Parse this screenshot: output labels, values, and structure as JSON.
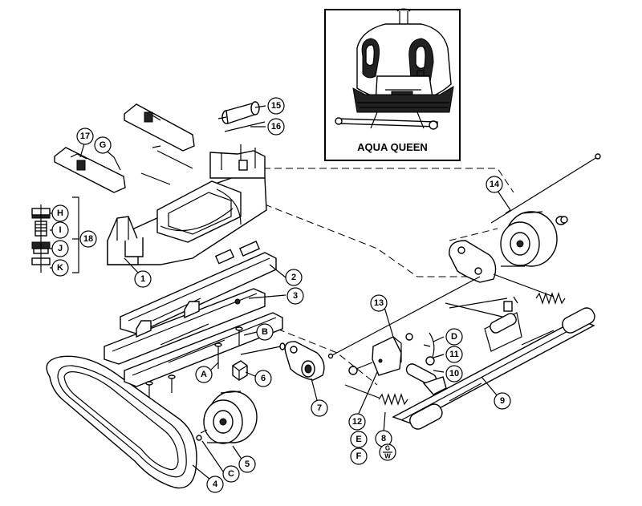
{
  "inset": {
    "title": "AQUA QUEEN"
  },
  "callouts": [
    {
      "id": "c1",
      "label": "1"
    },
    {
      "id": "c2",
      "label": "2"
    },
    {
      "id": "c3",
      "label": "3"
    },
    {
      "id": "c4",
      "label": "4"
    },
    {
      "id": "c5",
      "label": "5"
    },
    {
      "id": "c6",
      "label": "6"
    },
    {
      "id": "c7",
      "label": "7"
    },
    {
      "id": "c8",
      "label": "8"
    },
    {
      "id": "c9",
      "label": "9"
    },
    {
      "id": "c10",
      "label": "10"
    },
    {
      "id": "c11",
      "label": "11"
    },
    {
      "id": "c12",
      "label": "12"
    },
    {
      "id": "c13",
      "label": "13"
    },
    {
      "id": "c14",
      "label": "14"
    },
    {
      "id": "c15",
      "label": "15"
    },
    {
      "id": "c16",
      "label": "16"
    },
    {
      "id": "c17",
      "label": "17"
    },
    {
      "id": "c18",
      "label": "18"
    },
    {
      "id": "cA",
      "label": "A"
    },
    {
      "id": "cB",
      "label": "B"
    },
    {
      "id": "cC",
      "label": "C"
    },
    {
      "id": "cD",
      "label": "D"
    },
    {
      "id": "cE",
      "label": "E"
    },
    {
      "id": "cF",
      "label": "F"
    },
    {
      "id": "cG",
      "label": "G"
    },
    {
      "id": "cH",
      "label": "H"
    },
    {
      "id": "cI",
      "label": "I"
    },
    {
      "id": "cJ",
      "label": "J"
    },
    {
      "id": "cK",
      "label": "K"
    }
  ],
  "fraction": {
    "numerator": "G",
    "denominator": "W"
  }
}
